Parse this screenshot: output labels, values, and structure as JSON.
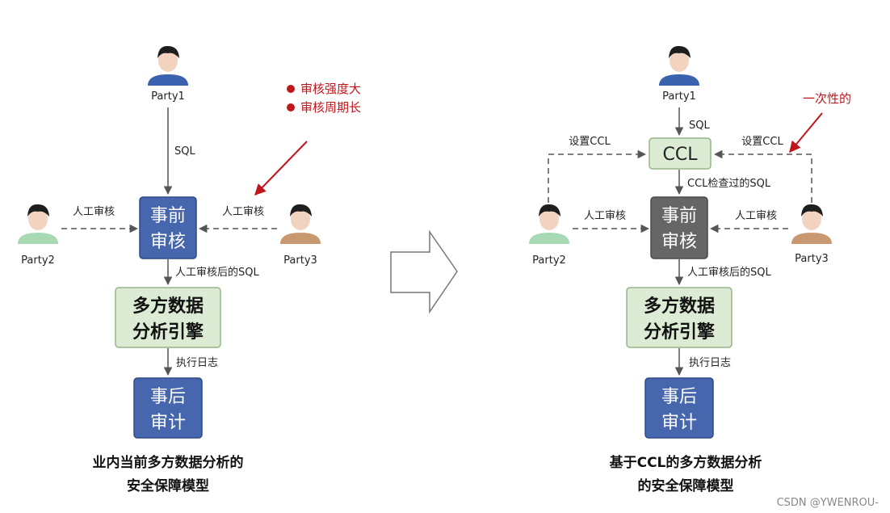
{
  "left": {
    "party1": "Party1",
    "party2": "Party2",
    "party3": "Party3",
    "edge_sql": "SQL",
    "edge_manual_left": "人工审核",
    "edge_manual_right": "人工审核",
    "edge_after_review": "人工审核后的SQL",
    "edge_exec_log": "执行日志",
    "pre_review": [
      "事前",
      "审核"
    ],
    "engine": [
      "多方数据",
      "分析引擎"
    ],
    "post_audit": [
      "事后",
      "审计"
    ],
    "notes": [
      "审核强度大",
      "审核周期长"
    ],
    "caption": [
      "业内当前多方数据分析的",
      "安全保障模型"
    ]
  },
  "right": {
    "party1": "Party1",
    "party2": "Party2",
    "party3": "Party3",
    "edge_sql": "SQL",
    "set_ccl_left": "设置CCL",
    "set_ccl_right": "设置CCL",
    "ccl": "CCL",
    "edge_ccl_checked": "CCL检查过的SQL",
    "edge_manual_left": "人工审核",
    "edge_manual_right": "人工审核",
    "edge_after_review": "人工审核后的SQL",
    "edge_exec_log": "执行日志",
    "pre_review": [
      "事前",
      "审核"
    ],
    "engine": [
      "多方数据",
      "分析引擎"
    ],
    "post_audit": [
      "事后",
      "审计"
    ],
    "note": "一次性的",
    "caption": [
      "基于CCL的多方数据分析",
      "的安全保障模型"
    ]
  },
  "watermark": "CSDN @YWENROU-",
  "colors": {
    "blue_box": "#4666ad",
    "gray_box": "#666666",
    "green_box": "#dcecd4",
    "green_border": "#97b58a",
    "red_note": "#c0151b"
  }
}
